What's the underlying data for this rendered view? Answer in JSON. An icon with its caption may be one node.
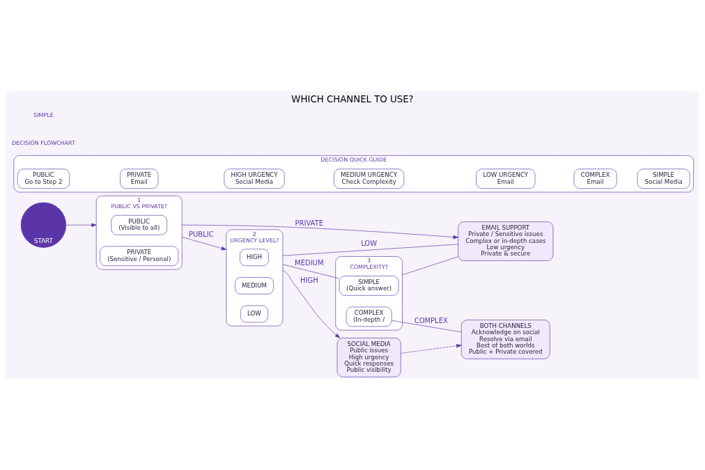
{
  "diagram": {
    "title": "WHICH CHANNEL TO USE?",
    "nodes": [
      {
        "text": [
          "START"
        ]
      },
      {
        "text": [
          "1",
          "PUBLIC VS PRIVATE?"
        ]
      },
      {
        "text": [
          "PUBLIC",
          "(Visible to all)"
        ],
        "in": 1
      },
      {
        "text": [
          "PRIVATE",
          "(Sensitive / Personal)"
        ],
        "in": 1
      },
      {
        "text": [
          "2",
          "URGENCY LEVEL?"
        ]
      },
      {
        "text": [
          "HIGH"
        ],
        "in": 4
      },
      {
        "text": [
          "MEDIUM"
        ],
        "in": 4
      },
      {
        "text": [
          "LOW"
        ],
        "in": 4
      },
      {
        "text": [
          "3",
          "COMPLEXITY?"
        ]
      },
      {
        "text": [
          "SIMPLE",
          "(Quick answer)"
        ],
        "in": 8
      },
      {
        "text": [
          "COMPLEX",
          "(In-depth /"
        ],
        "in": 8
      },
      {
        "text": [
          "SOCIAL MEDIA",
          "Public issues",
          "High urgency",
          "Quick responses",
          "Public visibility"
        ]
      },
      {
        "text": [
          "EMAIL SUPPORT",
          "Private / Sensitive issues",
          "Complex or in-depth cases",
          "Low urgency",
          "Private & secure"
        ]
      },
      {
        "text": [
          "BOTH CHANNELS",
          "Acknowledge on social",
          "Resolve via email",
          "Best of both worlds",
          "Public + Private covered"
        ]
      },
      {
        "text": [
          "DECISION QUICK GUIDE"
        ]
      },
      {
        "text": [
          "PUBLIC",
          "Go to Step 2"
        ],
        "in": 14
      },
      {
        "text": [
          "PRIVATE",
          "Email"
        ],
        "in": 14
      },
      {
        "text": [
          "HIGH URGENCY",
          "Social Media"
        ],
        "in": 14
      },
      {
        "text": [
          "MEDIUM URGENCY",
          "Check Complexity"
        ],
        "in": 14
      },
      {
        "text": [
          "LOW URGENCY",
          "Email"
        ],
        "in": 14
      },
      {
        "text": [
          "COMPLEX",
          "Email"
        ],
        "in": 14
      },
      {
        "text": [
          "SIMPLE",
          "Social Media"
        ],
        "in": 14
      }
    ],
    "edges": [
      {
        "from": 0,
        "to": 1,
        "arrow": "to"
      },
      {
        "from": 1,
        "to": 4,
        "label": "PUBLIC",
        "arrow": "to"
      },
      {
        "from": 1,
        "to": 12,
        "label": "PRIVATE",
        "arrow": "to"
      },
      {
        "from": 4,
        "to": 11,
        "label": "HIGH",
        "arrow": "to"
      },
      {
        "from": 4,
        "to": 9,
        "label": "MEDIUM",
        "arrow": "none"
      },
      {
        "from": 4,
        "to": 12,
        "label": "LOW",
        "arrow": "none"
      },
      {
        "from": 8,
        "to": 12,
        "arrow": "none"
      },
      {
        "from": 10,
        "to": 13,
        "label": "COMPLEX",
        "arrow": "none"
      },
      {
        "from": 11,
        "to": 13,
        "arrow": "to",
        "style": "dashed"
      }
    ],
    "labels": [
      "DECISION FLOWCHART",
      "SIMPLE"
    ]
  }
}
